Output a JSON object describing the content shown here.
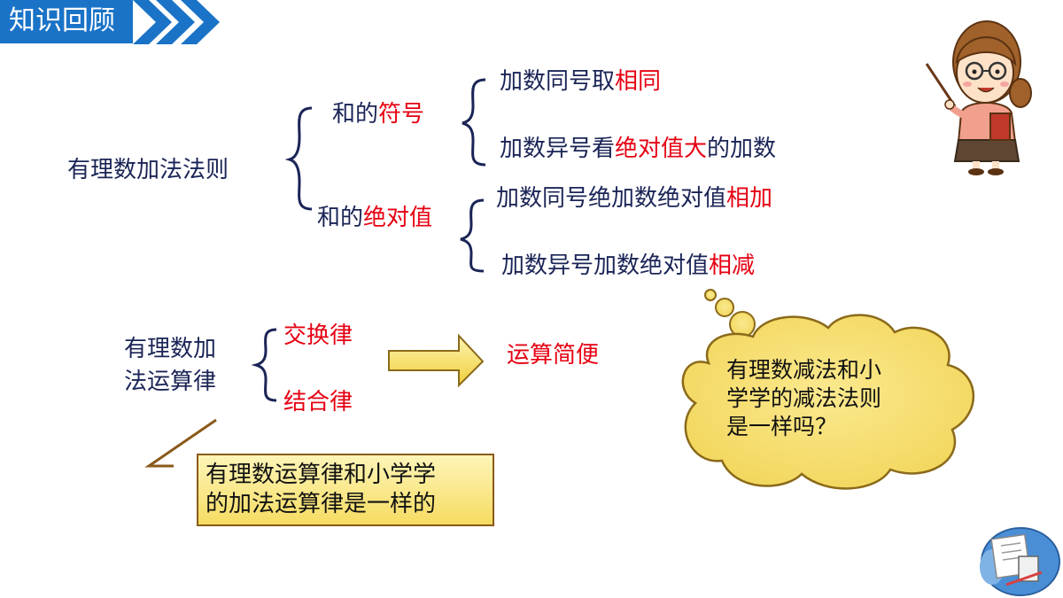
{
  "header": {
    "title": "知识回顾"
  },
  "rules": {
    "title": "有理数加法法则",
    "sign": {
      "label_plain": "和的",
      "label_red": "符号",
      "same": {
        "plain": "加数同号取",
        "red": "相同"
      },
      "different": {
        "plain": "加数异号看",
        "red": "绝对值大",
        "tail": "的加数"
      }
    },
    "abs": {
      "label_plain": "和的",
      "label_red": "绝对值",
      "same": {
        "plain": "加数同号绝加数绝对值",
        "red": "相加"
      },
      "different": {
        "plain": "加数异号加数绝对值",
        "red": "相减"
      }
    }
  },
  "laws": {
    "title_line1": "有理数加",
    "title_line2": "法运算律",
    "commutative": "交换律",
    "associative": "结合律",
    "result": "运算简便"
  },
  "note": {
    "line1": "有理数运算律和小学学",
    "line2": "的加法运算律是一样的"
  },
  "thought_cloud": {
    "line1": "有理数减法和小",
    "line2": "学学的减法法则",
    "line3": "是一样吗？"
  },
  "colors": {
    "header_blue": "#1a73c7",
    "text_navy": "#1a2456",
    "highlight_red": "#e60012",
    "cloud_yellow": "#f7e27a"
  },
  "icons": [
    "teacher-illustration",
    "study-clipart-icon",
    "right-arrow-icon",
    "left-brace-icon"
  ]
}
